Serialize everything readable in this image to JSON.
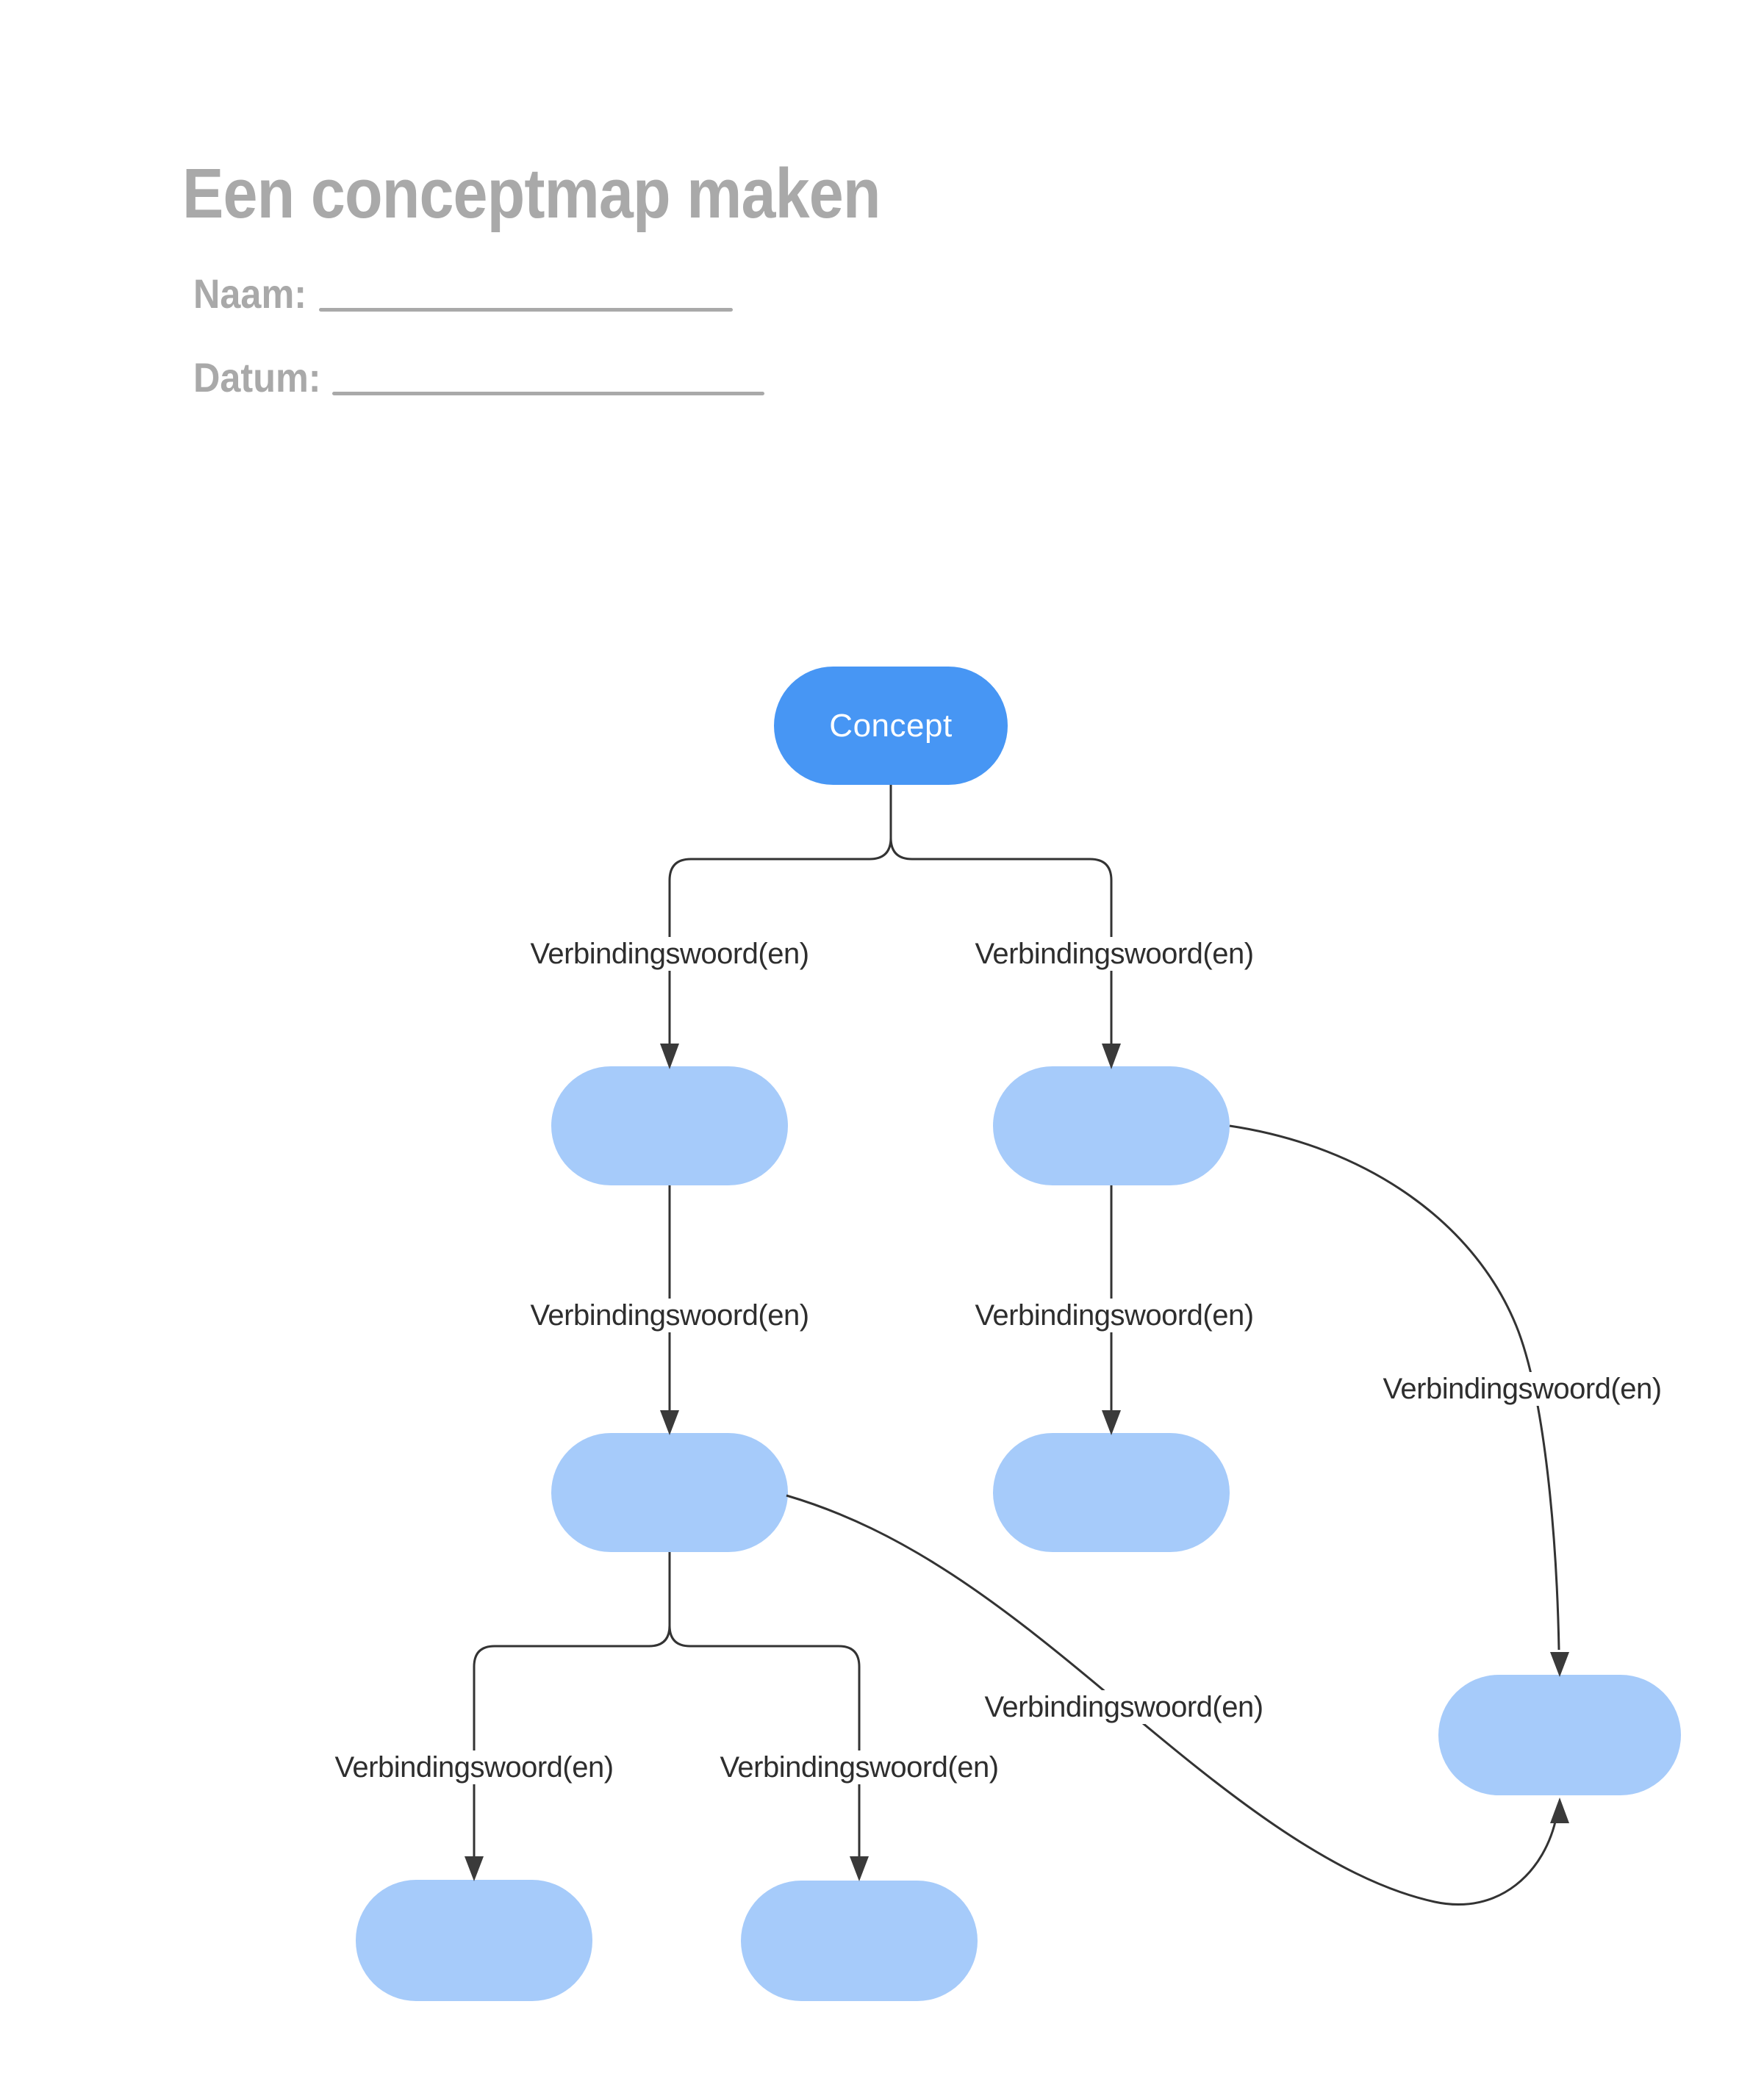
{
  "page": {
    "title": "Een conceptmap maken"
  },
  "form": {
    "name_label": "Naam:",
    "name_value": "",
    "date_label": "Datum:",
    "date_value": ""
  },
  "diagram": {
    "root_label": "Concept",
    "connector_labels": [
      "Verbindingswoord(en)",
      "Verbindingswoord(en)",
      "Verbindingswoord(en)",
      "Verbindingswoord(en)",
      "Verbindingswoord(en)",
      "Verbindingswoord(en)",
      "Verbindingswoord(en)",
      "Verbindingswoord(en)"
    ],
    "colors": {
      "root_fill": "#4796F4",
      "root_text": "#FFFFFF",
      "node_fill": "#A6CBFA",
      "connector_line": "#333333",
      "arrowhead": "#3A3A3A",
      "label_text": "#2E2E2E",
      "heading_text": "#A9A9A9"
    }
  }
}
